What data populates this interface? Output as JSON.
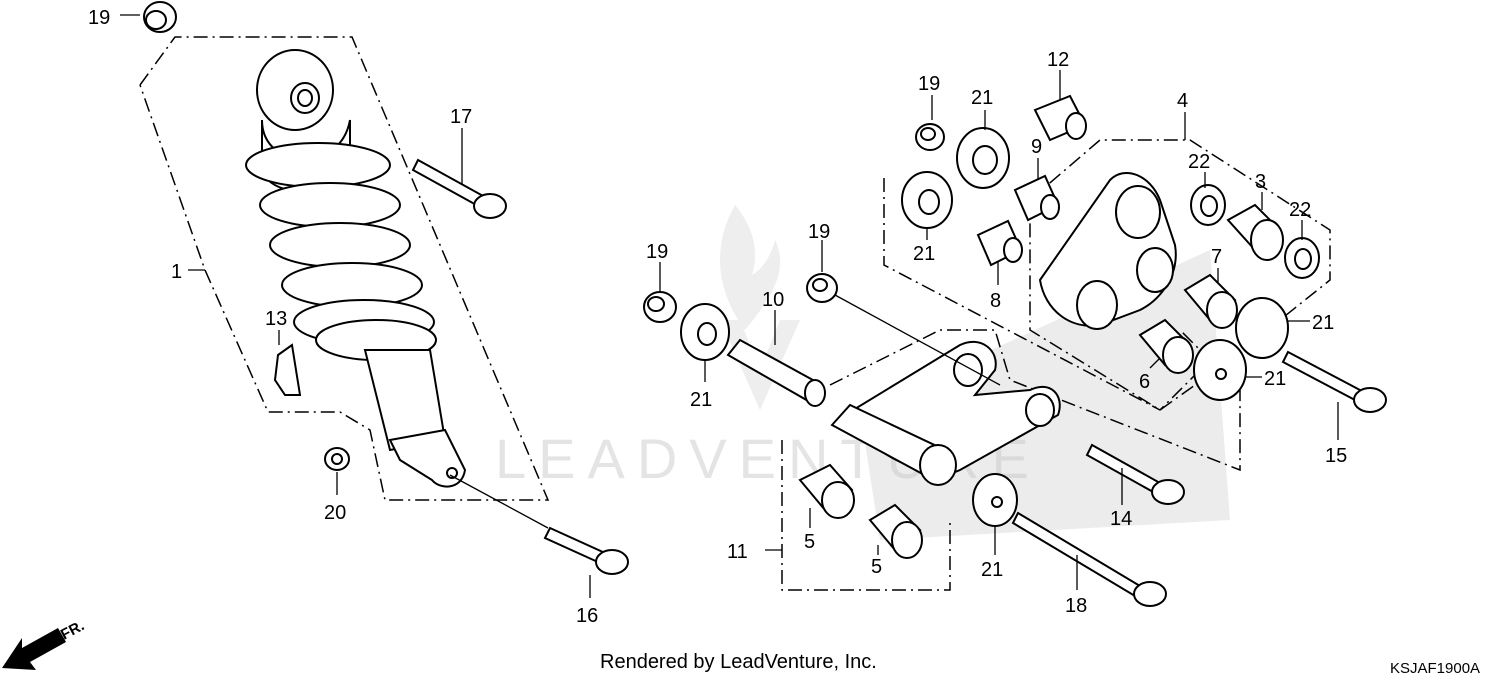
{
  "diagram": {
    "callouts": [
      {
        "id": "c19a",
        "text": "19"
      },
      {
        "id": "c17",
        "text": "17"
      },
      {
        "id": "c1",
        "text": "1"
      },
      {
        "id": "c13",
        "text": "13"
      },
      {
        "id": "c20",
        "text": "20"
      },
      {
        "id": "c16",
        "text": "16"
      },
      {
        "id": "c19b",
        "text": "19"
      },
      {
        "id": "c21a",
        "text": "21"
      },
      {
        "id": "c12",
        "text": "12"
      },
      {
        "id": "c9",
        "text": "9"
      },
      {
        "id": "c4",
        "text": "4"
      },
      {
        "id": "c22a",
        "text": "22"
      },
      {
        "id": "c3",
        "text": "3"
      },
      {
        "id": "c22b",
        "text": "22"
      },
      {
        "id": "c21b",
        "text": "21"
      },
      {
        "id": "c8",
        "text": "8"
      },
      {
        "id": "c7",
        "text": "7"
      },
      {
        "id": "c19c",
        "text": "19"
      },
      {
        "id": "c19d",
        "text": "19"
      },
      {
        "id": "c10",
        "text": "10"
      },
      {
        "id": "c21c",
        "text": "21"
      },
      {
        "id": "c21d",
        "text": "21"
      },
      {
        "id": "c21e",
        "text": "21"
      },
      {
        "id": "c6",
        "text": "6"
      },
      {
        "id": "c15",
        "text": "15"
      },
      {
        "id": "c14",
        "text": "14"
      },
      {
        "id": "c11",
        "text": "11"
      },
      {
        "id": "c5a",
        "text": "5"
      },
      {
        "id": "c5b",
        "text": "5"
      },
      {
        "id": "c21f",
        "text": "21"
      },
      {
        "id": "c18",
        "text": "18"
      }
    ],
    "front_indicator": "FR.",
    "watermark": "LEADVENTURE",
    "footer": "Rendered by LeadVenture, Inc.",
    "diagram_code": "KSJAF1900A"
  }
}
